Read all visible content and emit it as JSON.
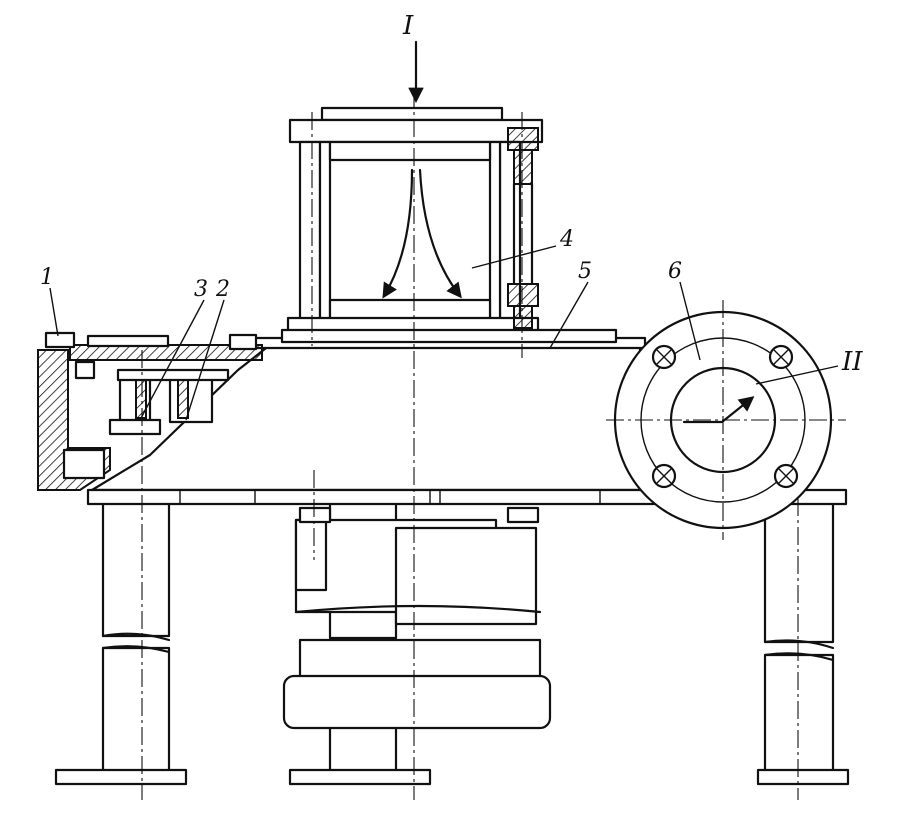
{
  "labels": {
    "flow_in": "I",
    "flow_out": "II",
    "part_1": "1",
    "part_2": "2",
    "part_3": "3",
    "part_4": "4",
    "part_5": "5",
    "part_6": "6"
  }
}
